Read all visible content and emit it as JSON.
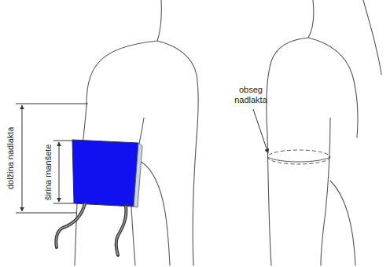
{
  "diagram": {
    "labels": [
      "dolžina nadlakta",
      "širina manšete",
      "obseg nadlakta"
    ]
  }
}
